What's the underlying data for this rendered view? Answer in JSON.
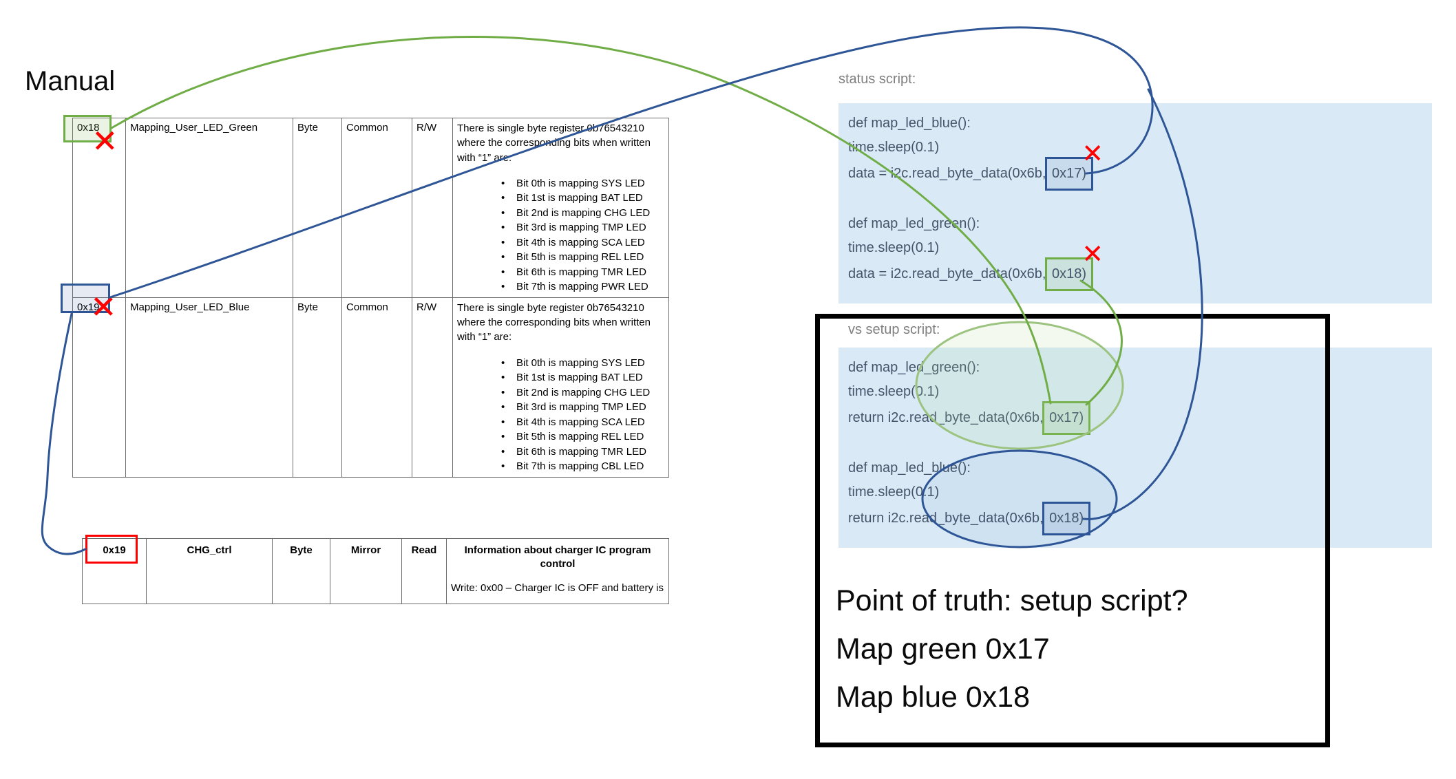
{
  "manual": {
    "title": "Manual",
    "register_table": {
      "rows": [
        {
          "address": "0x18",
          "name": "Mapping_User_LED_Green",
          "size": "Byte",
          "access": "Common",
          "rw": "R/W",
          "description_intro": "There is single byte register 0b76543210 where the corresponding bits when written with “1” are:",
          "bullets": [
            "Bit 0th is mapping SYS LED",
            "Bit 1st is mapping BAT LED",
            "Bit 2nd is mapping CHG LED",
            "Bit 3rd is mapping TMP LED",
            "Bit 4th is mapping SCA LED",
            "Bit 5th is mapping REL LED",
            "Bit 6th is mapping TMR LED",
            "Bit 7th is mapping PWR LED"
          ]
        },
        {
          "address": "0x19",
          "name": "Mapping_User_LED_Blue",
          "size": "Byte",
          "access": "Common",
          "rw": "R/W",
          "description_intro": "There is single byte register 0b76543210 where the corresponding bits when written with “1” are:",
          "bullets": [
            "Bit 0th is mapping SYS LED",
            "Bit 1st is mapping BAT LED",
            "Bit 2nd is mapping CHG LED",
            "Bit 3rd is mapping TMP LED",
            "Bit 4th is mapping SCA LED",
            "Bit 5th is mapping REL LED",
            "Bit 6th is mapping TMR LED",
            "Bit 7th is mapping CBL LED"
          ]
        }
      ]
    },
    "mirror_table": {
      "address": "0x19",
      "name": "CHG_ctrl",
      "size": "Byte",
      "access": "Mirror",
      "rw": "Read",
      "description_title": "Information about charger IC program control",
      "description_line": "Write: 0x00 – Charger IC is OFF and battery is"
    }
  },
  "status_script": {
    "label": "status script:",
    "lines": [
      {
        "text": "def map_led_blue():"
      },
      {
        "text": "time.sleep(0.1)"
      },
      {
        "prefix": "data = i2c.read_byte_data(0x6b, ",
        "token": "0x17)"
      },
      {
        "text": ""
      },
      {
        "text": "def map_led_green():"
      },
      {
        "text": "time.sleep(0.1)"
      },
      {
        "prefix": "data = i2c.read_byte_data(0x6b, ",
        "token": "0x18)"
      }
    ]
  },
  "setup_script": {
    "label": "vs setup script:",
    "lines": [
      {
        "text": "def map_led_green():"
      },
      {
        "text": "time.sleep(0.1)"
      },
      {
        "prefix": "return i2c.read_byte_data(0x6b, ",
        "token": "0x17)"
      },
      {
        "text": ""
      },
      {
        "text": "def map_led_blue():"
      },
      {
        "text": "time.sleep(0.1)"
      },
      {
        "prefix": "return i2c.read_byte_data(0x6b, ",
        "token": "0x18)"
      }
    ]
  },
  "conclusion": {
    "line1": "Point of truth: setup script?",
    "line2": "Map green 0x17",
    "line3": "Map blue 0x18"
  },
  "icons": {
    "x_mark": "✕"
  },
  "colors": {
    "green_accent": "#70AD47",
    "blue_accent": "#2E5596",
    "red_accent": "#FF0000",
    "code_background": "#D9EAF6",
    "code_text": "#44546A",
    "label_gray": "#7F7F7F"
  }
}
